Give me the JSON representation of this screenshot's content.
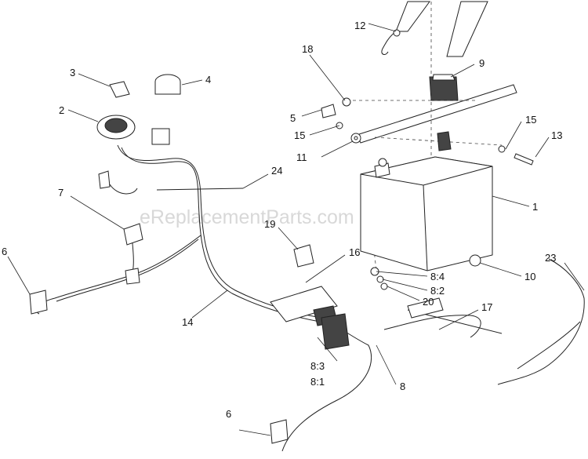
{
  "watermark": "eReplacementParts.com",
  "callouts": {
    "c1": "1",
    "c2": "2",
    "c3": "3",
    "c4": "4",
    "c5": "5",
    "c6a": "6",
    "c6b": "6",
    "c7": "7",
    "c8": "8",
    "c8_1": "8:1",
    "c8_2": "8:2",
    "c8_3": "8:3",
    "c8_4": "8:4",
    "c9": "9",
    "c10": "10",
    "c11": "11",
    "c12": "12",
    "c13": "13",
    "c14": "14",
    "c15a": "15",
    "c15b": "15",
    "c16": "16",
    "c17": "17",
    "c18": "18",
    "c19": "19",
    "c20": "20",
    "c23": "23",
    "c24": "24"
  }
}
